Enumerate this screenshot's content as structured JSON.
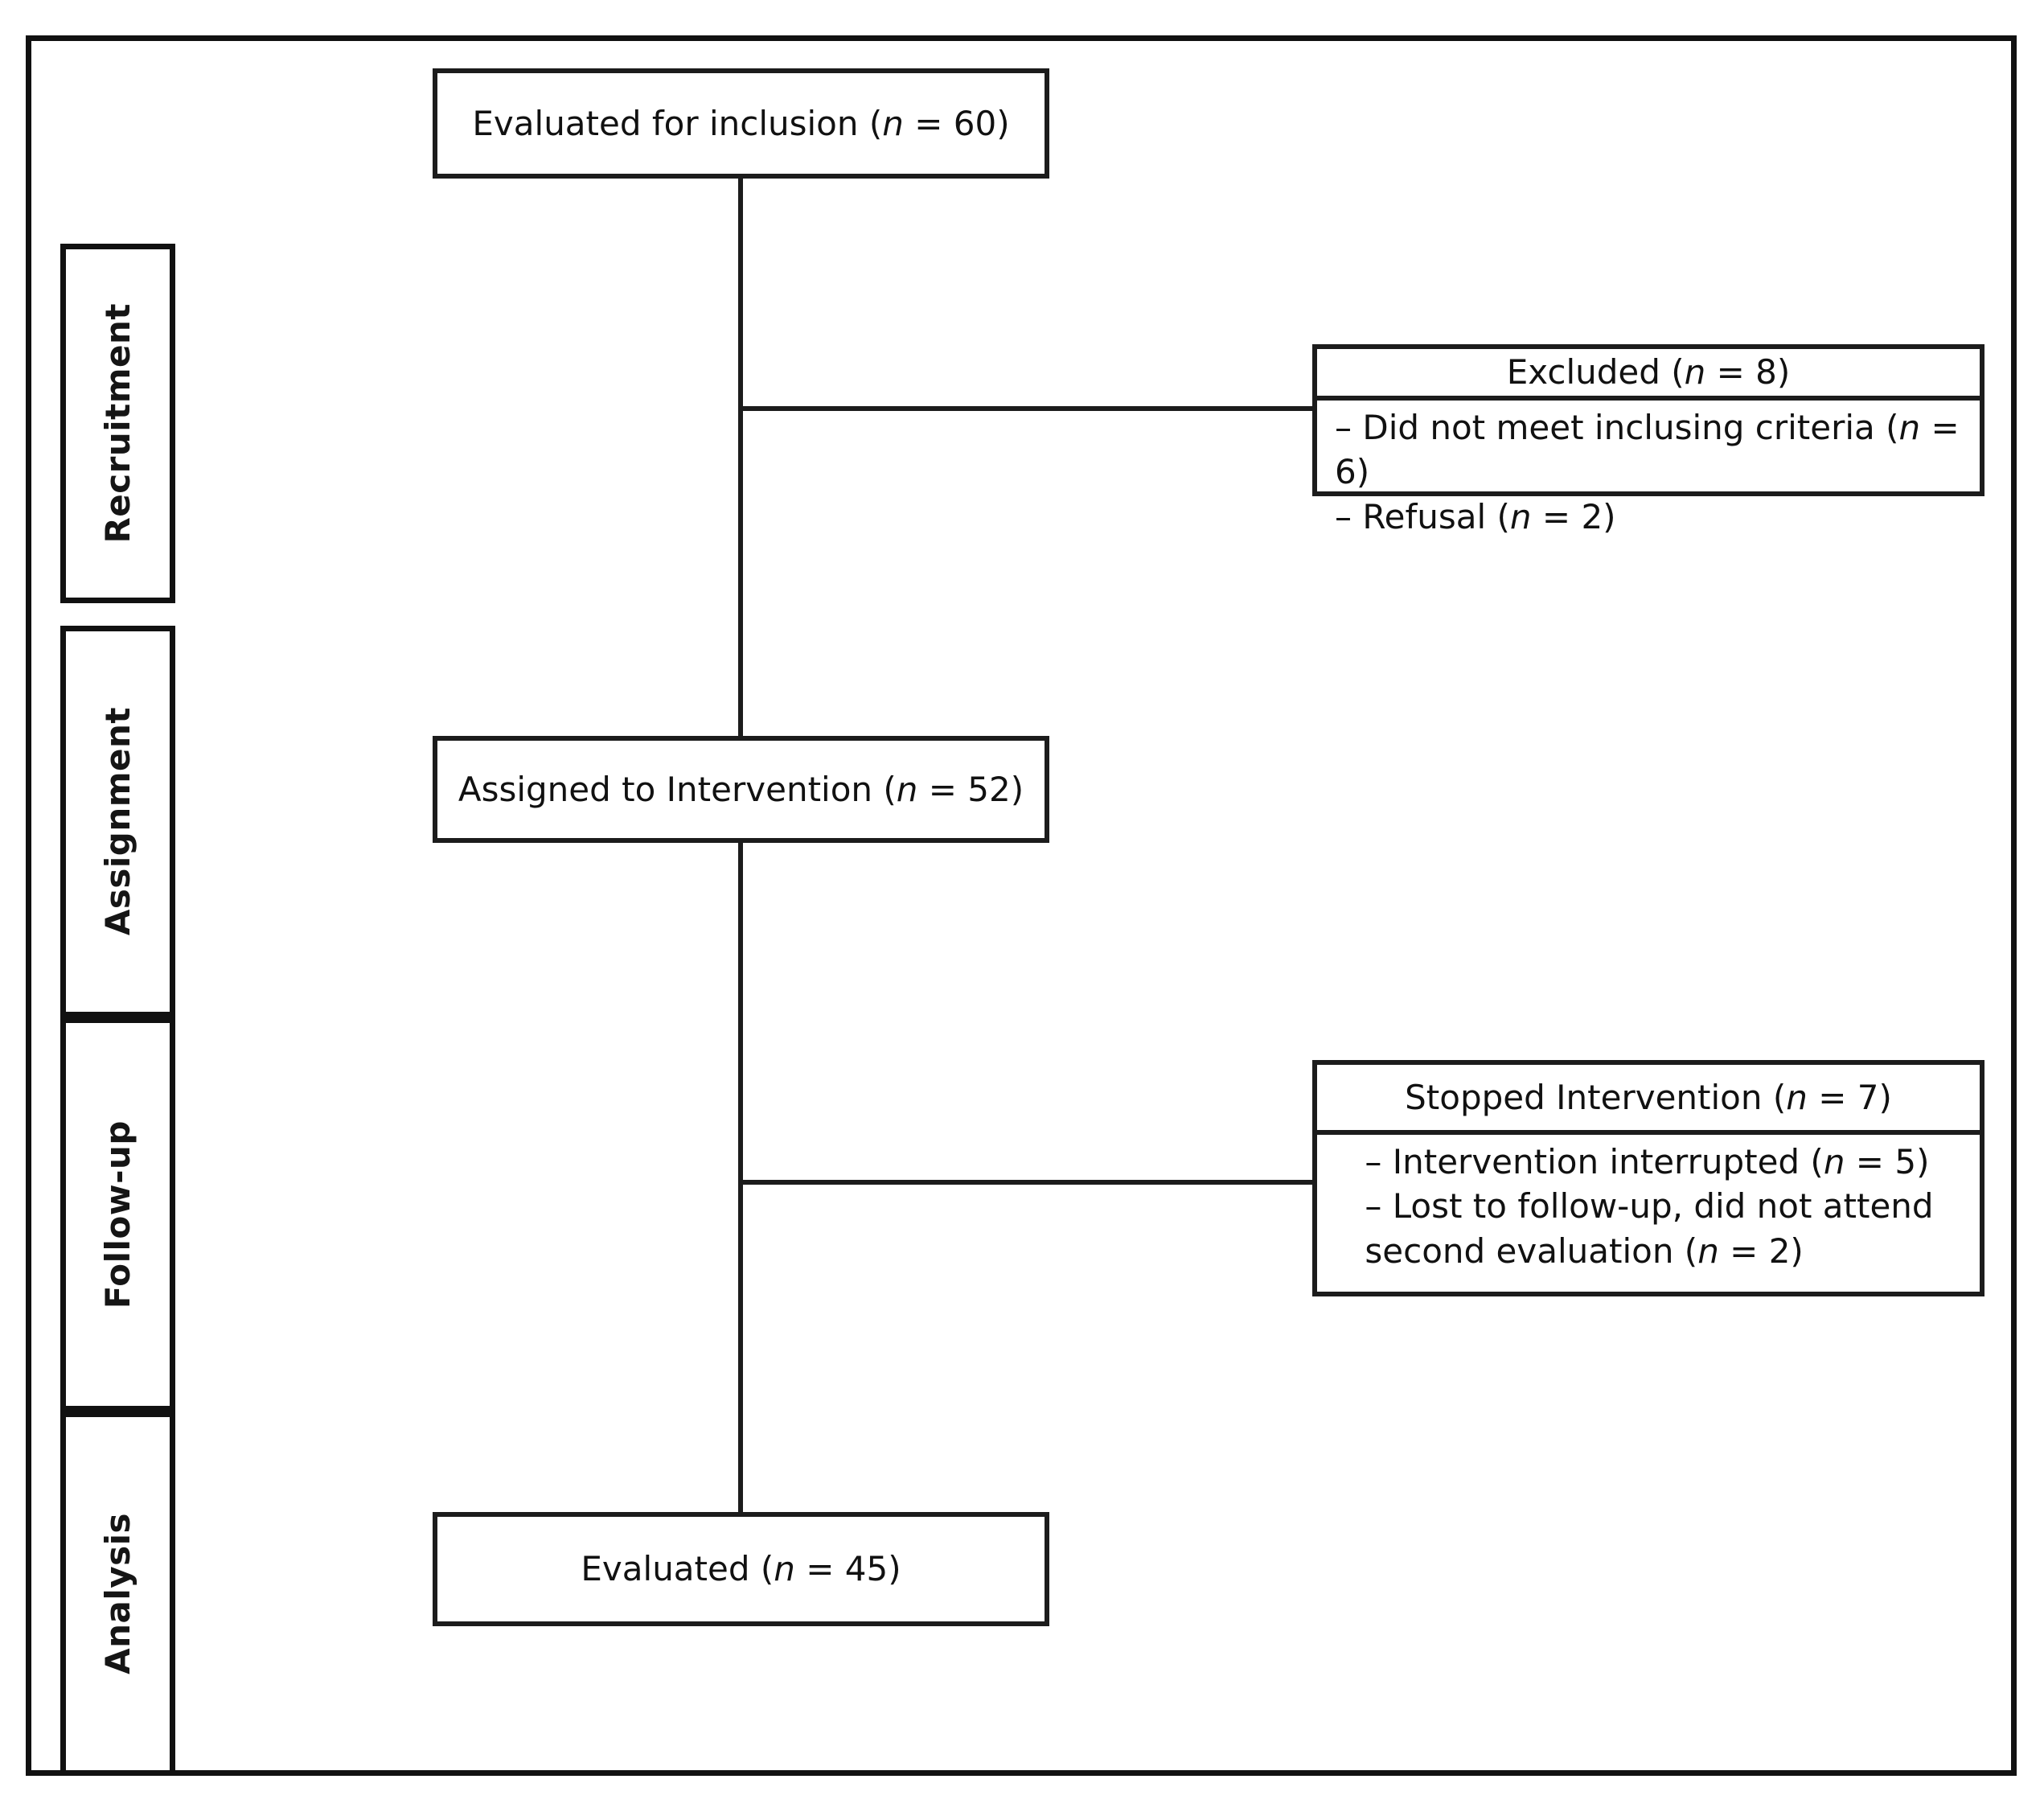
{
  "diagram": {
    "type": "flowchart",
    "title": "CONSORT participant flow diagram",
    "phases": [
      {
        "id": "recruitment",
        "label": "Recruitment"
      },
      {
        "id": "assignment",
        "label": "Assignment"
      },
      {
        "id": "followup",
        "label": "Follow-up"
      },
      {
        "id": "analysis",
        "label": "Analysis"
      }
    ],
    "nodes": {
      "evaluated_for_inclusion": {
        "text": "Evaluated for inclusion (n = 60)",
        "count": 60
      },
      "excluded": {
        "header": "Excluded (n = 8)",
        "count": 8,
        "reasons": "– Did not meet inclusing criteria (n = 6)\n– Refusal (n = 2)",
        "reason_items": [
          {
            "text": "– Did not meet inclusing criteria (n = 6)",
            "count": 6
          },
          {
            "text": "– Refusal (n = 2)",
            "count": 2
          }
        ]
      },
      "assigned_to_intervention": {
        "text": "Assigned to Intervention (n = 52)",
        "count": 52
      },
      "stopped_intervention": {
        "header": "Stopped Intervention (n = 7)",
        "count": 7,
        "reasons": "– Intervention interrupted (n = 5)\n– Lost to follow-up, did not attend\nsecond evaluation (n = 2)",
        "reason_items": [
          {
            "text": "– Intervention interrupted (n = 5)",
            "count": 5
          },
          {
            "text": "– Lost to follow-up, did not attend second evaluation (n = 2)",
            "count": 2
          }
        ]
      },
      "evaluated": {
        "text": "Evaluated (n = 45)",
        "count": 45
      }
    },
    "edges": [
      {
        "from": "evaluated_for_inclusion",
        "to": "excluded"
      },
      {
        "from": "evaluated_for_inclusion",
        "to": "assigned_to_intervention"
      },
      {
        "from": "assigned_to_intervention",
        "to": "stopped_intervention"
      },
      {
        "from": "assigned_to_intervention",
        "to": "evaluated"
      }
    ],
    "colors": {
      "border": "#1c1c1c",
      "frame": "#111111",
      "text": "#111111",
      "background": "#ffffff"
    }
  }
}
